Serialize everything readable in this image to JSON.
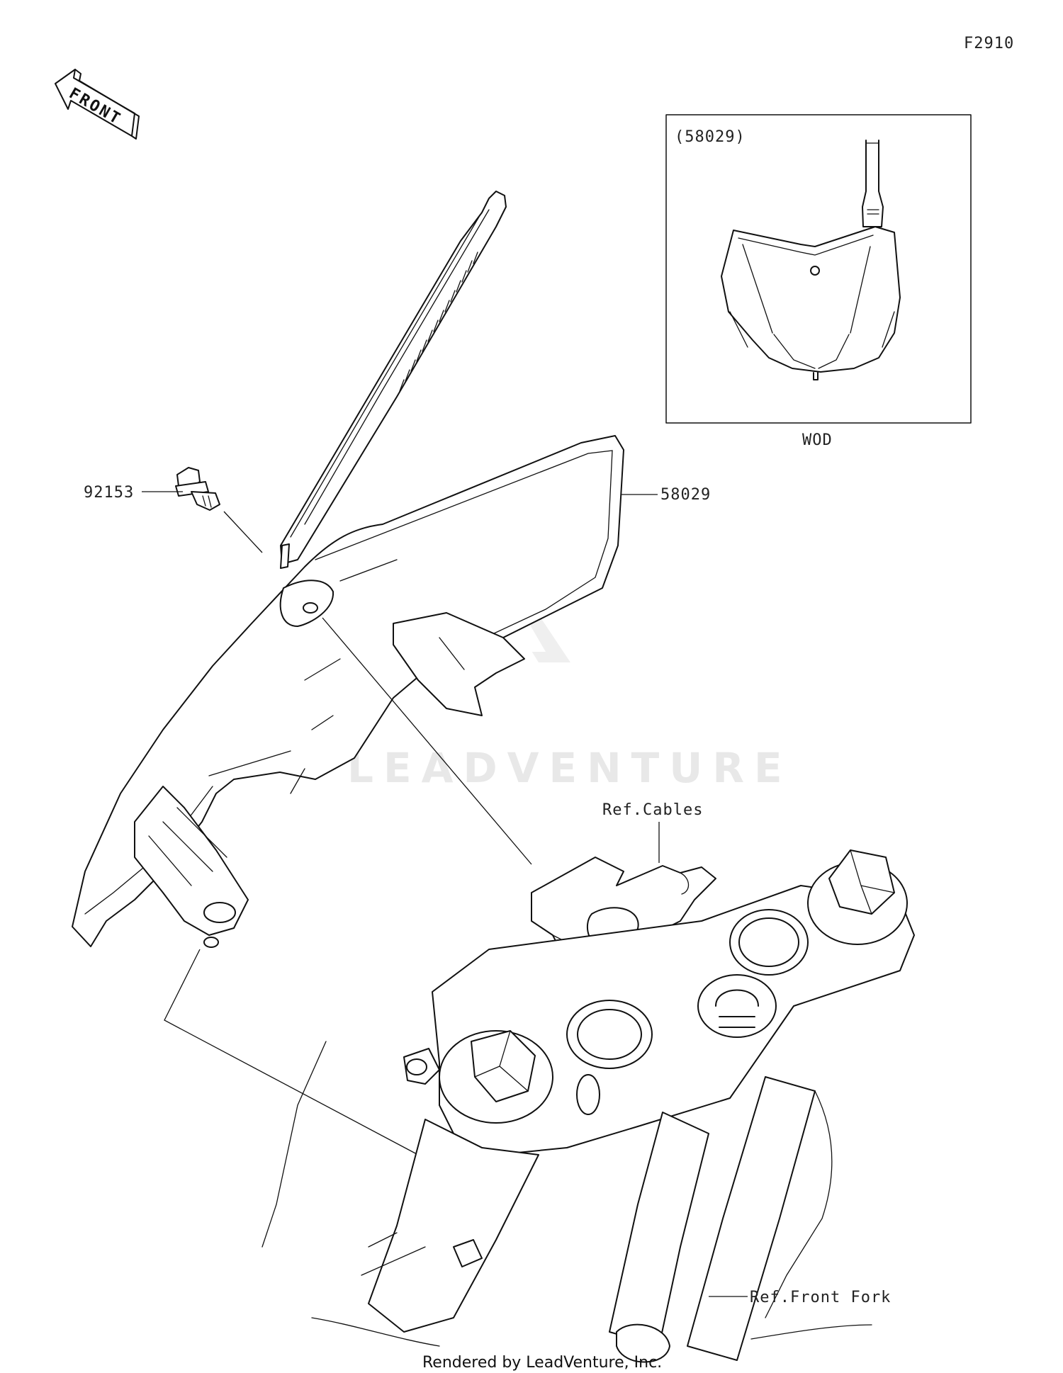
{
  "figure_code": "F2910",
  "front_arrow_label": "FRONT",
  "inset": {
    "part_ref": "(58029)",
    "variant_label": "WOD"
  },
  "callouts": {
    "bolt": "92153",
    "number_plate": "58029",
    "ref_cables": "Ref.Cables",
    "ref_front_fork": "Ref.Front Fork"
  },
  "watermark": "LEADVENTURE",
  "footer": "Rendered by LeadVenture, Inc."
}
